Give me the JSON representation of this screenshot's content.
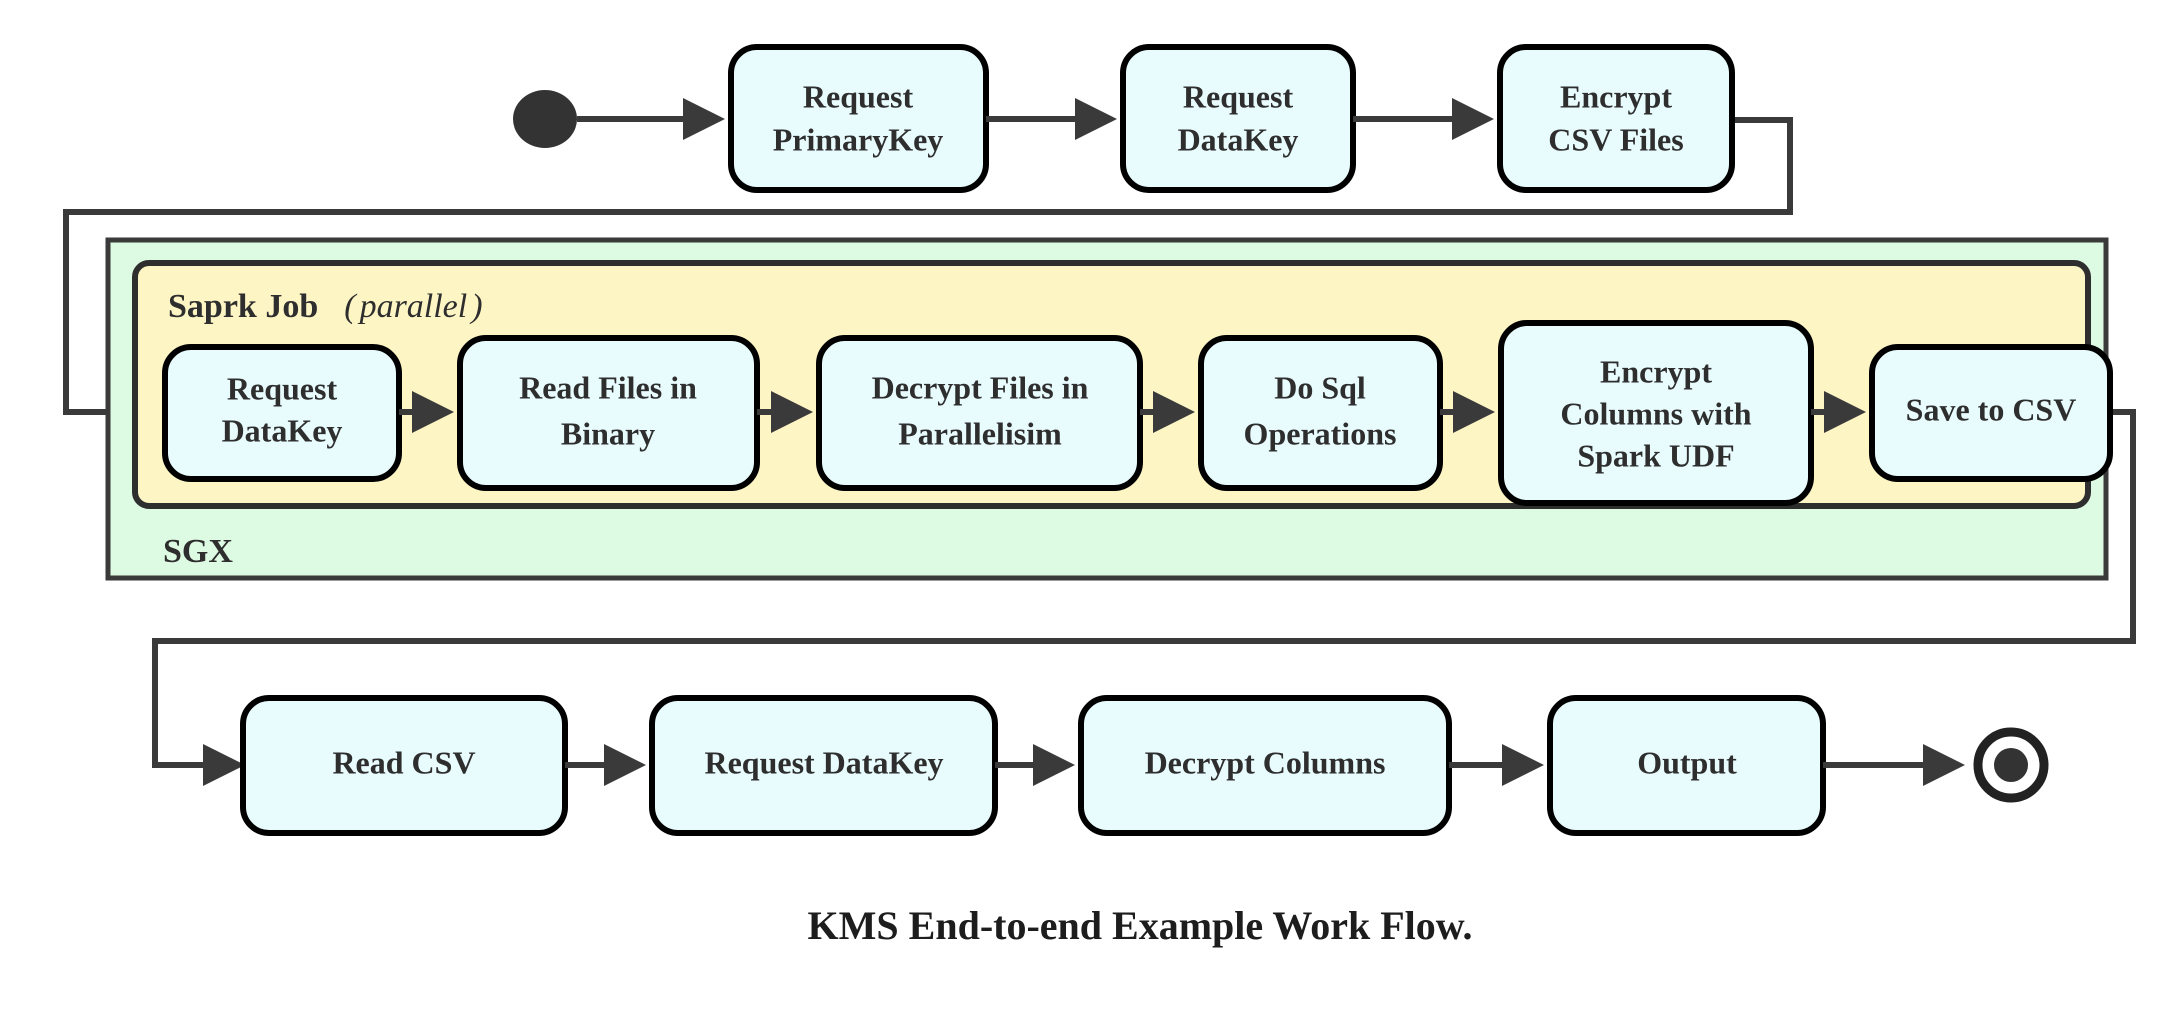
{
  "diagram": {
    "caption": "KMS End-to-end Example Work Flow.",
    "colors": {
      "node_fill": "#e8fbfd",
      "node_stroke": "#000000",
      "sgx_fill": "#ddfbe3",
      "spark_fill": "#fdf5c4",
      "edge_stroke": "#3a3a3a",
      "start_node": "#333333",
      "text": "#2e2e2e"
    },
    "start_marker": "filled-circle",
    "end_marker": "bullseye-circle",
    "containers": [
      {
        "id": "sgx",
        "label": "SGX",
        "label_position": "bottom-left",
        "fill": "#ddfbe3"
      },
      {
        "id": "spark-job",
        "label": "Saprk Job",
        "label_suffix": "(parallel)",
        "label_suffix_open": "(",
        "label_suffix_italic": "parallel",
        "label_suffix_close": ")",
        "label_position": "top-left",
        "fill": "#fdf5c4"
      }
    ],
    "rows": {
      "top": {
        "nodes": [
          {
            "id": "request-primarykey",
            "lines": [
              "Request",
              "PrimaryKey"
            ]
          },
          {
            "id": "request-datakey-top",
            "lines": [
              "Request",
              "DataKey"
            ]
          },
          {
            "id": "encrypt-csv-files",
            "lines": [
              "Encrypt",
              "CSV Files"
            ]
          }
        ]
      },
      "spark": {
        "nodes": [
          {
            "id": "request-datakey-spark",
            "lines": [
              "Request",
              "DataKey"
            ]
          },
          {
            "id": "read-files-binary",
            "lines": [
              "Read Files in",
              "Binary"
            ]
          },
          {
            "id": "decrypt-files-parallelisim",
            "lines": [
              "Decrypt Files in",
              "Parallelisim"
            ]
          },
          {
            "id": "do-sql-operations",
            "lines": [
              "Do Sql",
              "Operations"
            ]
          },
          {
            "id": "encrypt-columns-spark-udf",
            "lines": [
              "Encrypt",
              "Columns with",
              "Spark UDF"
            ]
          },
          {
            "id": "save-to-csv",
            "lines": [
              "Save to CSV"
            ]
          }
        ]
      },
      "bottom": {
        "nodes": [
          {
            "id": "read-csv",
            "lines": [
              "Read CSV"
            ]
          },
          {
            "id": "request-datakey-bottom",
            "lines": [
              "Request DataKey"
            ]
          },
          {
            "id": "decrypt-columns",
            "lines": [
              "Decrypt Columns"
            ]
          },
          {
            "id": "output",
            "lines": [
              "Output"
            ]
          }
        ]
      }
    }
  }
}
